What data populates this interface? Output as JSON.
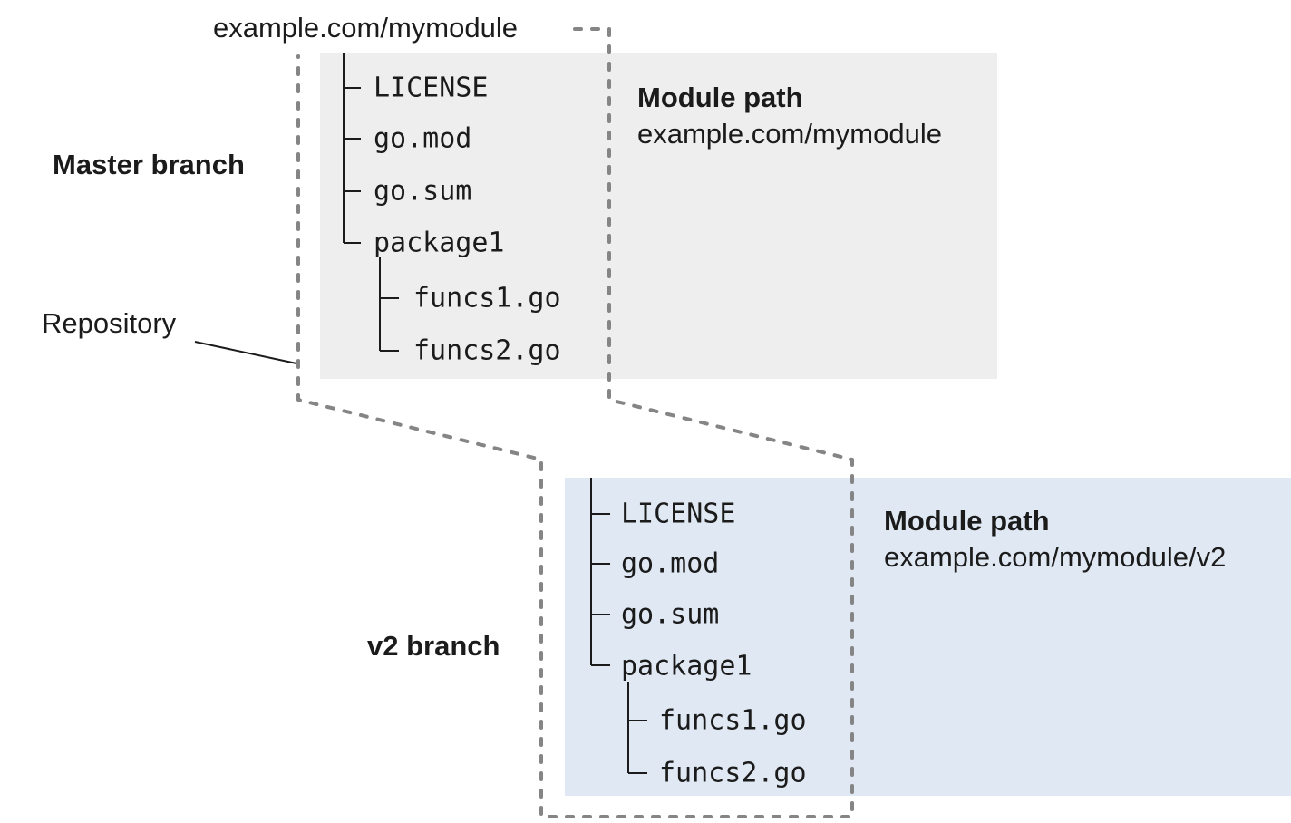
{
  "diagram": {
    "top_label": "example.com/mymodule",
    "repository_label": "Repository",
    "master": {
      "branch_label": "Master branch",
      "module_path_title": "Module path",
      "module_path_value": "example.com/mymodule",
      "files": [
        "LICENSE",
        "go.mod",
        "go.sum",
        "package1"
      ],
      "package1_children": [
        "funcs1.go",
        "funcs2.go"
      ]
    },
    "v2": {
      "branch_label": "v2 branch",
      "module_path_title": "Module path",
      "module_path_value": "example.com/mymodule/v2",
      "files": [
        "LICENSE",
        "go.mod",
        "go.sum",
        "package1"
      ],
      "package1_children": [
        "funcs1.go",
        "funcs2.go"
      ]
    },
    "colors": {
      "master_box_bg": "#eeeeee",
      "v2_box_bg": "#dfe8f3",
      "repository_dash": "#858585",
      "line_and_text": "#1b1b1b",
      "page_bg": "#ffffff"
    }
  }
}
